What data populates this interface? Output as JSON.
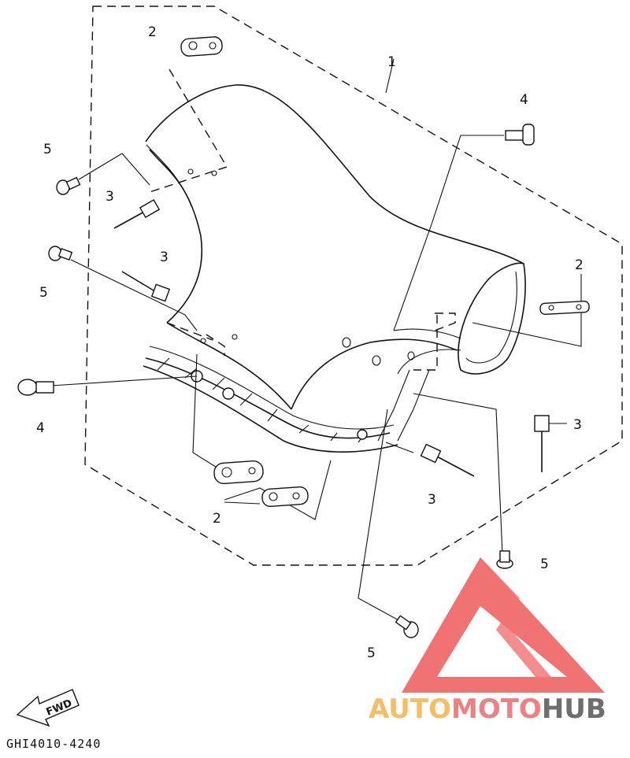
{
  "diagram": {
    "callouts": {
      "c1": "1",
      "c2_top": "2",
      "c2_right": "2",
      "c2_bottom": "2",
      "c3_upper_left": "3",
      "c3_mid_left": "3",
      "c3_right": "3",
      "c3_bottom": "3",
      "c4_top": "4",
      "c4_left": "4",
      "c5_upper_left": "5",
      "c5_mid_left": "5",
      "c5_right": "5",
      "c5_bottom": "5"
    },
    "fwd_label": "FWD",
    "drawing_code": "GHI4010-4240"
  },
  "watermark": {
    "text_part1": "AUTO",
    "text_part2": "MOTO",
    "text_part3": "HUB",
    "colors": {
      "orange": "#f6b24a",
      "red": "#ea6a6a",
      "gray": "#555555",
      "triangle": "#ef5a5a"
    }
  }
}
